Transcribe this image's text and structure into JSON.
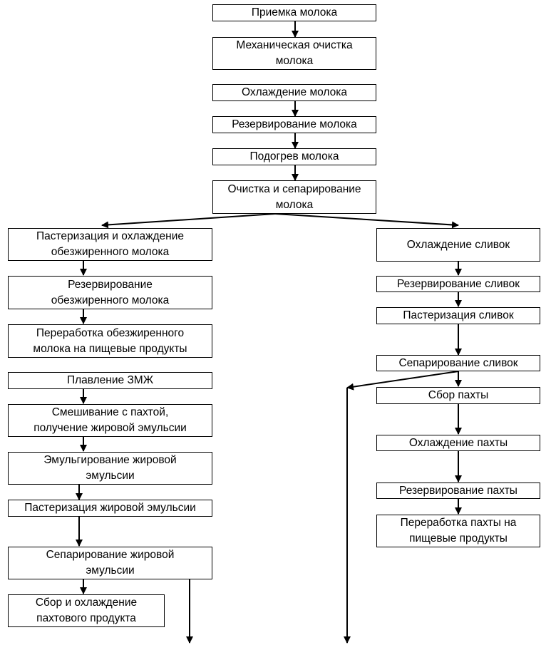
{
  "steps": {
    "receive": "Приемка молока",
    "mech_clean": "Механическая очистка молока",
    "cool_milk": "Охлаждение молока",
    "reserve_milk": "Резервирование молока",
    "heat_milk": "Подогрев молока",
    "separate_milk": "Очистка и сепарирование молока",
    "skim_pasteurize": "Пастеризация и охлаждение обезжиренного молока",
    "skim_reserve": "Резервирование обезжиренного молока",
    "skim_process": "Переработка обезжиренного молока на пищевые продукты",
    "melt_amf": "Плавление ЗМЖ",
    "mix_buttermilk": "Смешивание с пахтой, получение жировой эмульсии",
    "emulsify": "Эмульгирование жировой эмульсии",
    "emulsion_pasteurize": "Пастеризация жировой эмульсии",
    "emulsion_separate": "Сепарирование жировой эмульсии",
    "buttermilk_product": "Сбор и охлаждение пахтового продукта",
    "cream_cool": "Охлаждение сливок",
    "cream_reserve": "Резервирование сливок",
    "cream_pasteurize": "Пастеризация сливок",
    "cream_separate": "Сепарирование сливок",
    "buttermilk_collect": "Сбор пахты",
    "buttermilk_cool": "Охлаждение пахты",
    "buttermilk_reserve": "Резервирование пахты",
    "buttermilk_process": "Переработка пахты на пищевые продукты"
  }
}
